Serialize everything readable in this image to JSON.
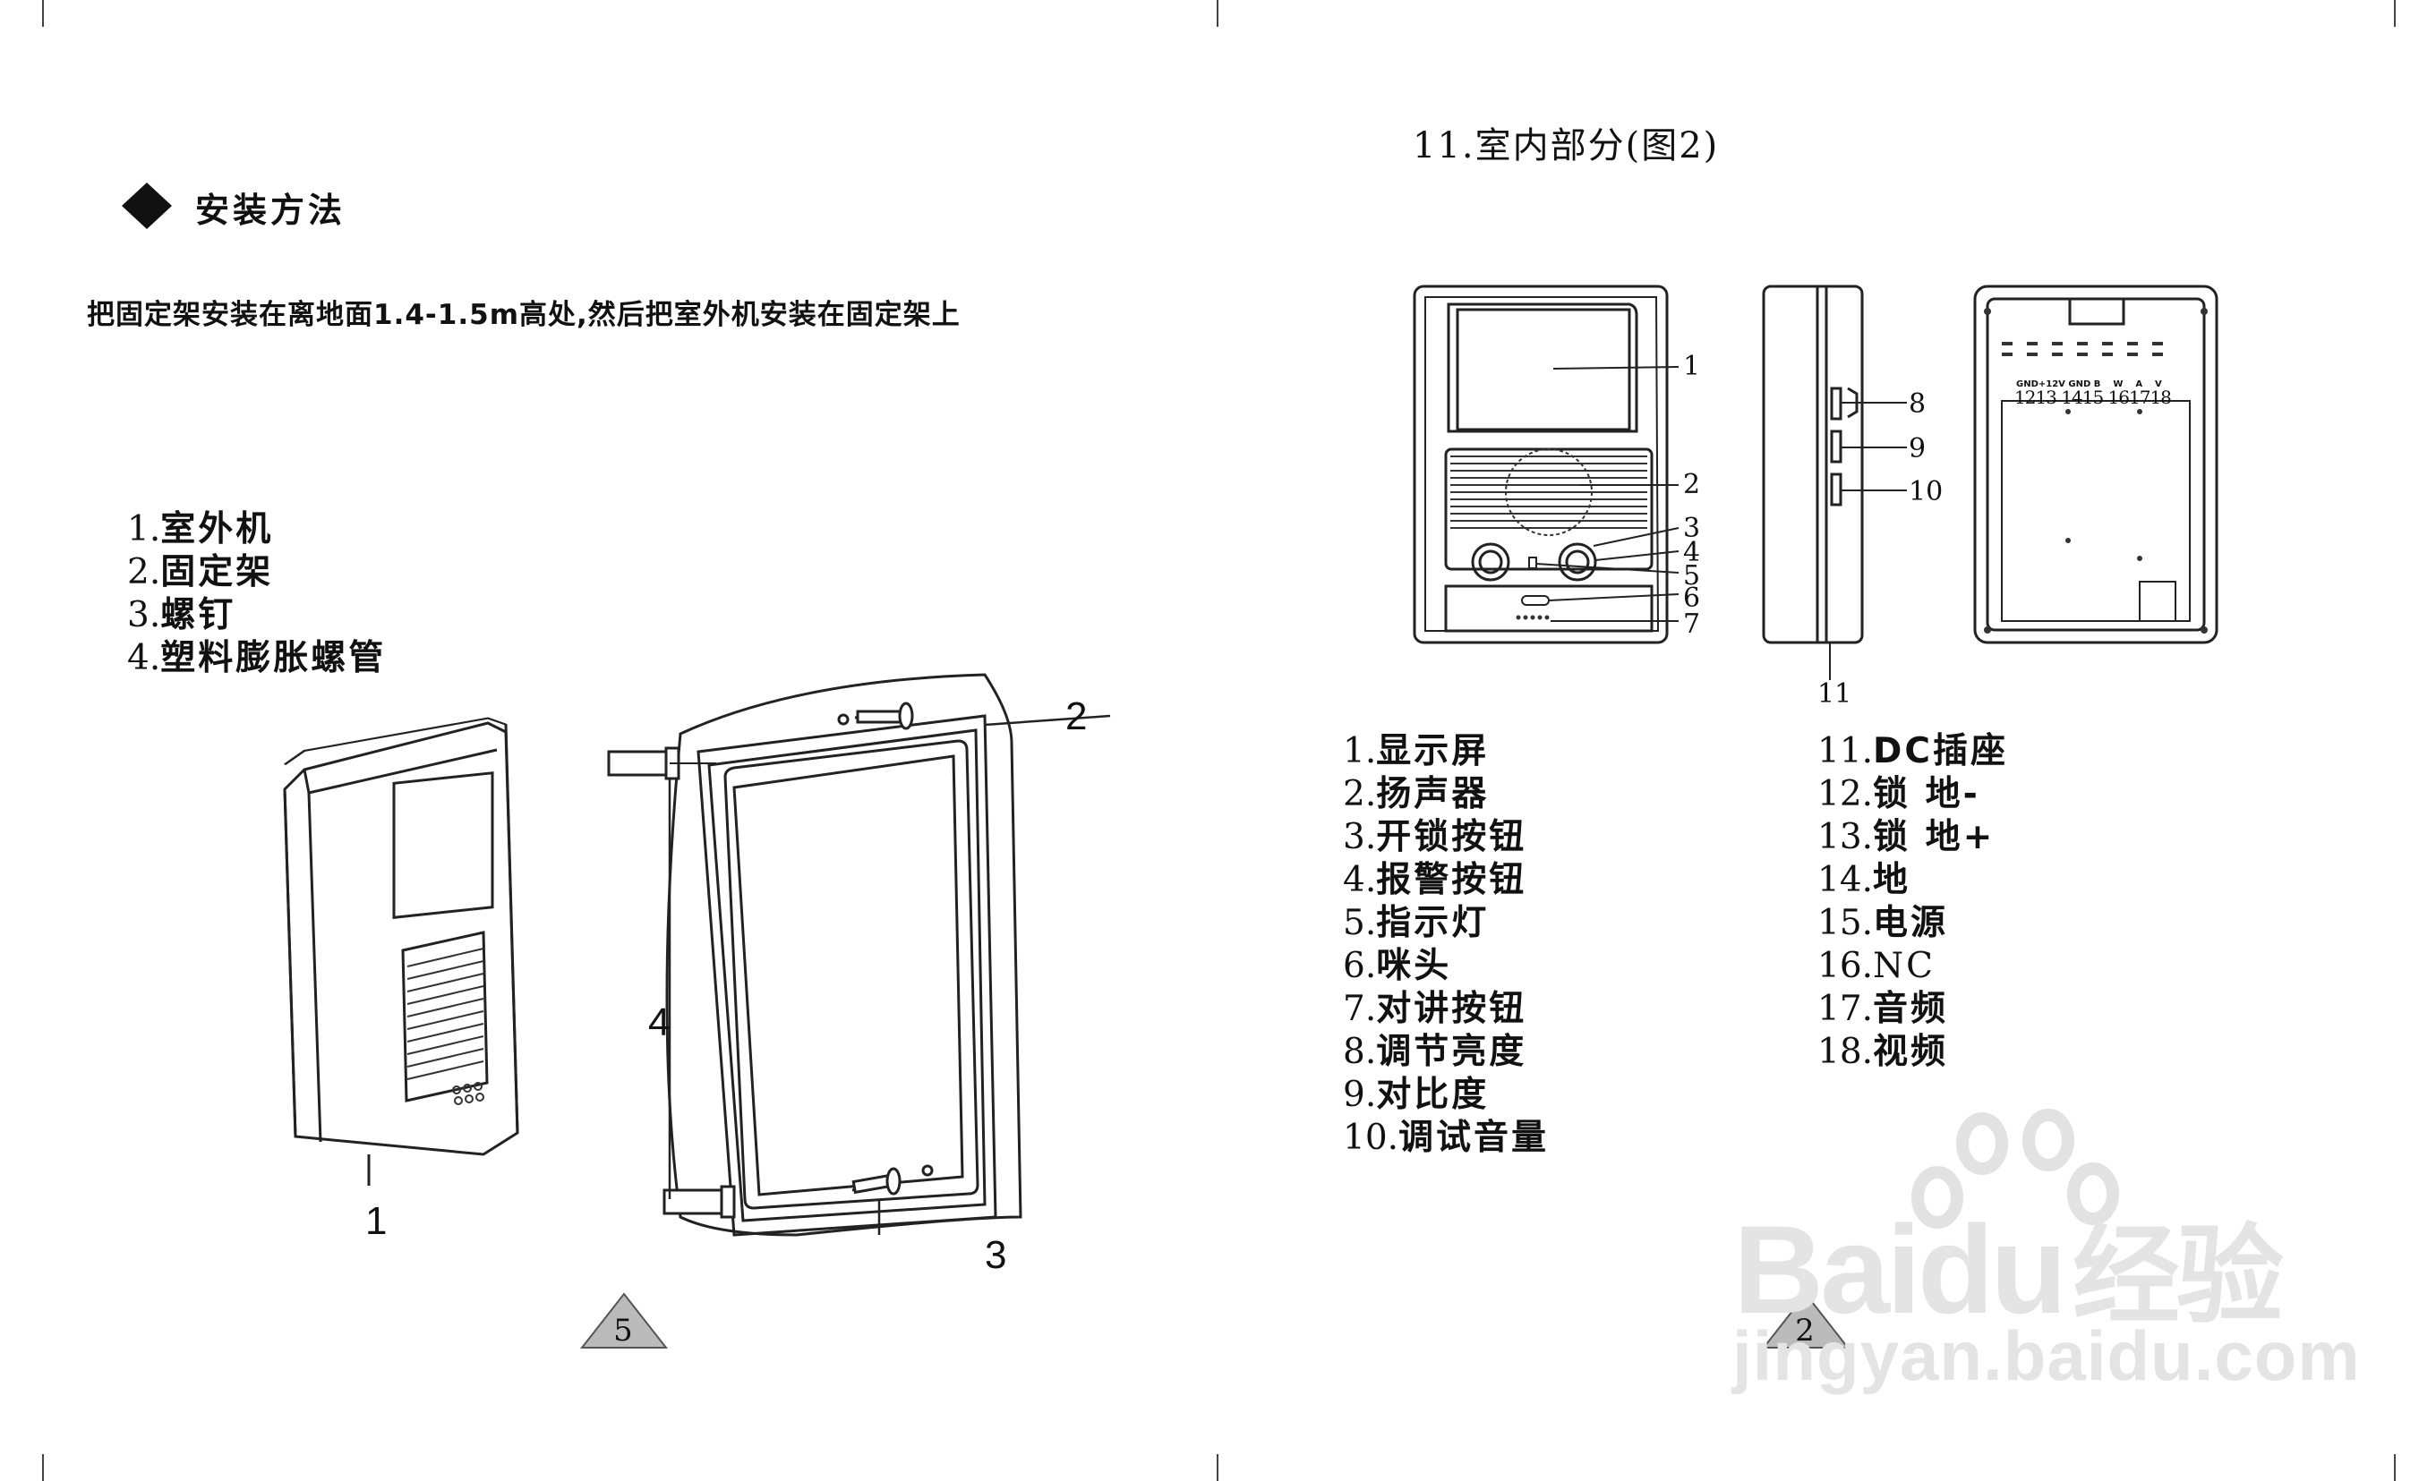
{
  "left_page": {
    "section_title": "安装方法",
    "intro": "把固定架安装在离地面1.4-1.5m高处,然后把室外机安装在固定架上",
    "parts": [
      {
        "num": "1.",
        "label": "室外机"
      },
      {
        "num": "2.",
        "label": "固定架"
      },
      {
        "num": "3.",
        "label": "螺钉"
      },
      {
        "num": "4.",
        "label": "塑料膨胀螺管"
      }
    ],
    "callouts": [
      "1",
      "2",
      "3",
      "4"
    ],
    "page_number": "5"
  },
  "right_page": {
    "title": "11.室内部分(图2)",
    "front_callouts": [
      "1",
      "2",
      "3",
      "4",
      "5",
      "6",
      "7"
    ],
    "side_callouts": [
      "8",
      "9",
      "10",
      "11"
    ],
    "terminal_labels": [
      "GND",
      "+12V",
      "GND",
      "B",
      "W",
      "A",
      "V"
    ],
    "terminal_numbers": [
      "12",
      "13",
      "14",
      "15",
      "16",
      "17",
      "18"
    ],
    "items_left": [
      {
        "num": "1.",
        "label": "显示屏"
      },
      {
        "num": "2.",
        "label": "扬声器"
      },
      {
        "num": "3.",
        "label": "开锁按钮"
      },
      {
        "num": "4.",
        "label": "报警按钮"
      },
      {
        "num": "5.",
        "label": "指示灯"
      },
      {
        "num": "6.",
        "label": "咪头"
      },
      {
        "num": "7.",
        "label": "对讲按钮"
      },
      {
        "num": "8.",
        "label": "调节亮度"
      },
      {
        "num": "9.",
        "label": "对比度"
      },
      {
        "num": "10.",
        "label": "调试音量"
      }
    ],
    "items_right": [
      {
        "num": "11.",
        "label": "DC插座"
      },
      {
        "num": "12.",
        "label": "锁 地-"
      },
      {
        "num": "13.",
        "label": "锁 地+"
      },
      {
        "num": "14.",
        "label": "地"
      },
      {
        "num": "15.",
        "label": "电源"
      },
      {
        "num": "16.",
        "label": "NC"
      },
      {
        "num": "17.",
        "label": "音频"
      },
      {
        "num": "18.",
        "label": "视频"
      }
    ],
    "page_number": "2"
  },
  "watermark": {
    "brand_latin": "Baidu",
    "brand_cn": "经验",
    "url": "jingyan.baidu.com"
  }
}
